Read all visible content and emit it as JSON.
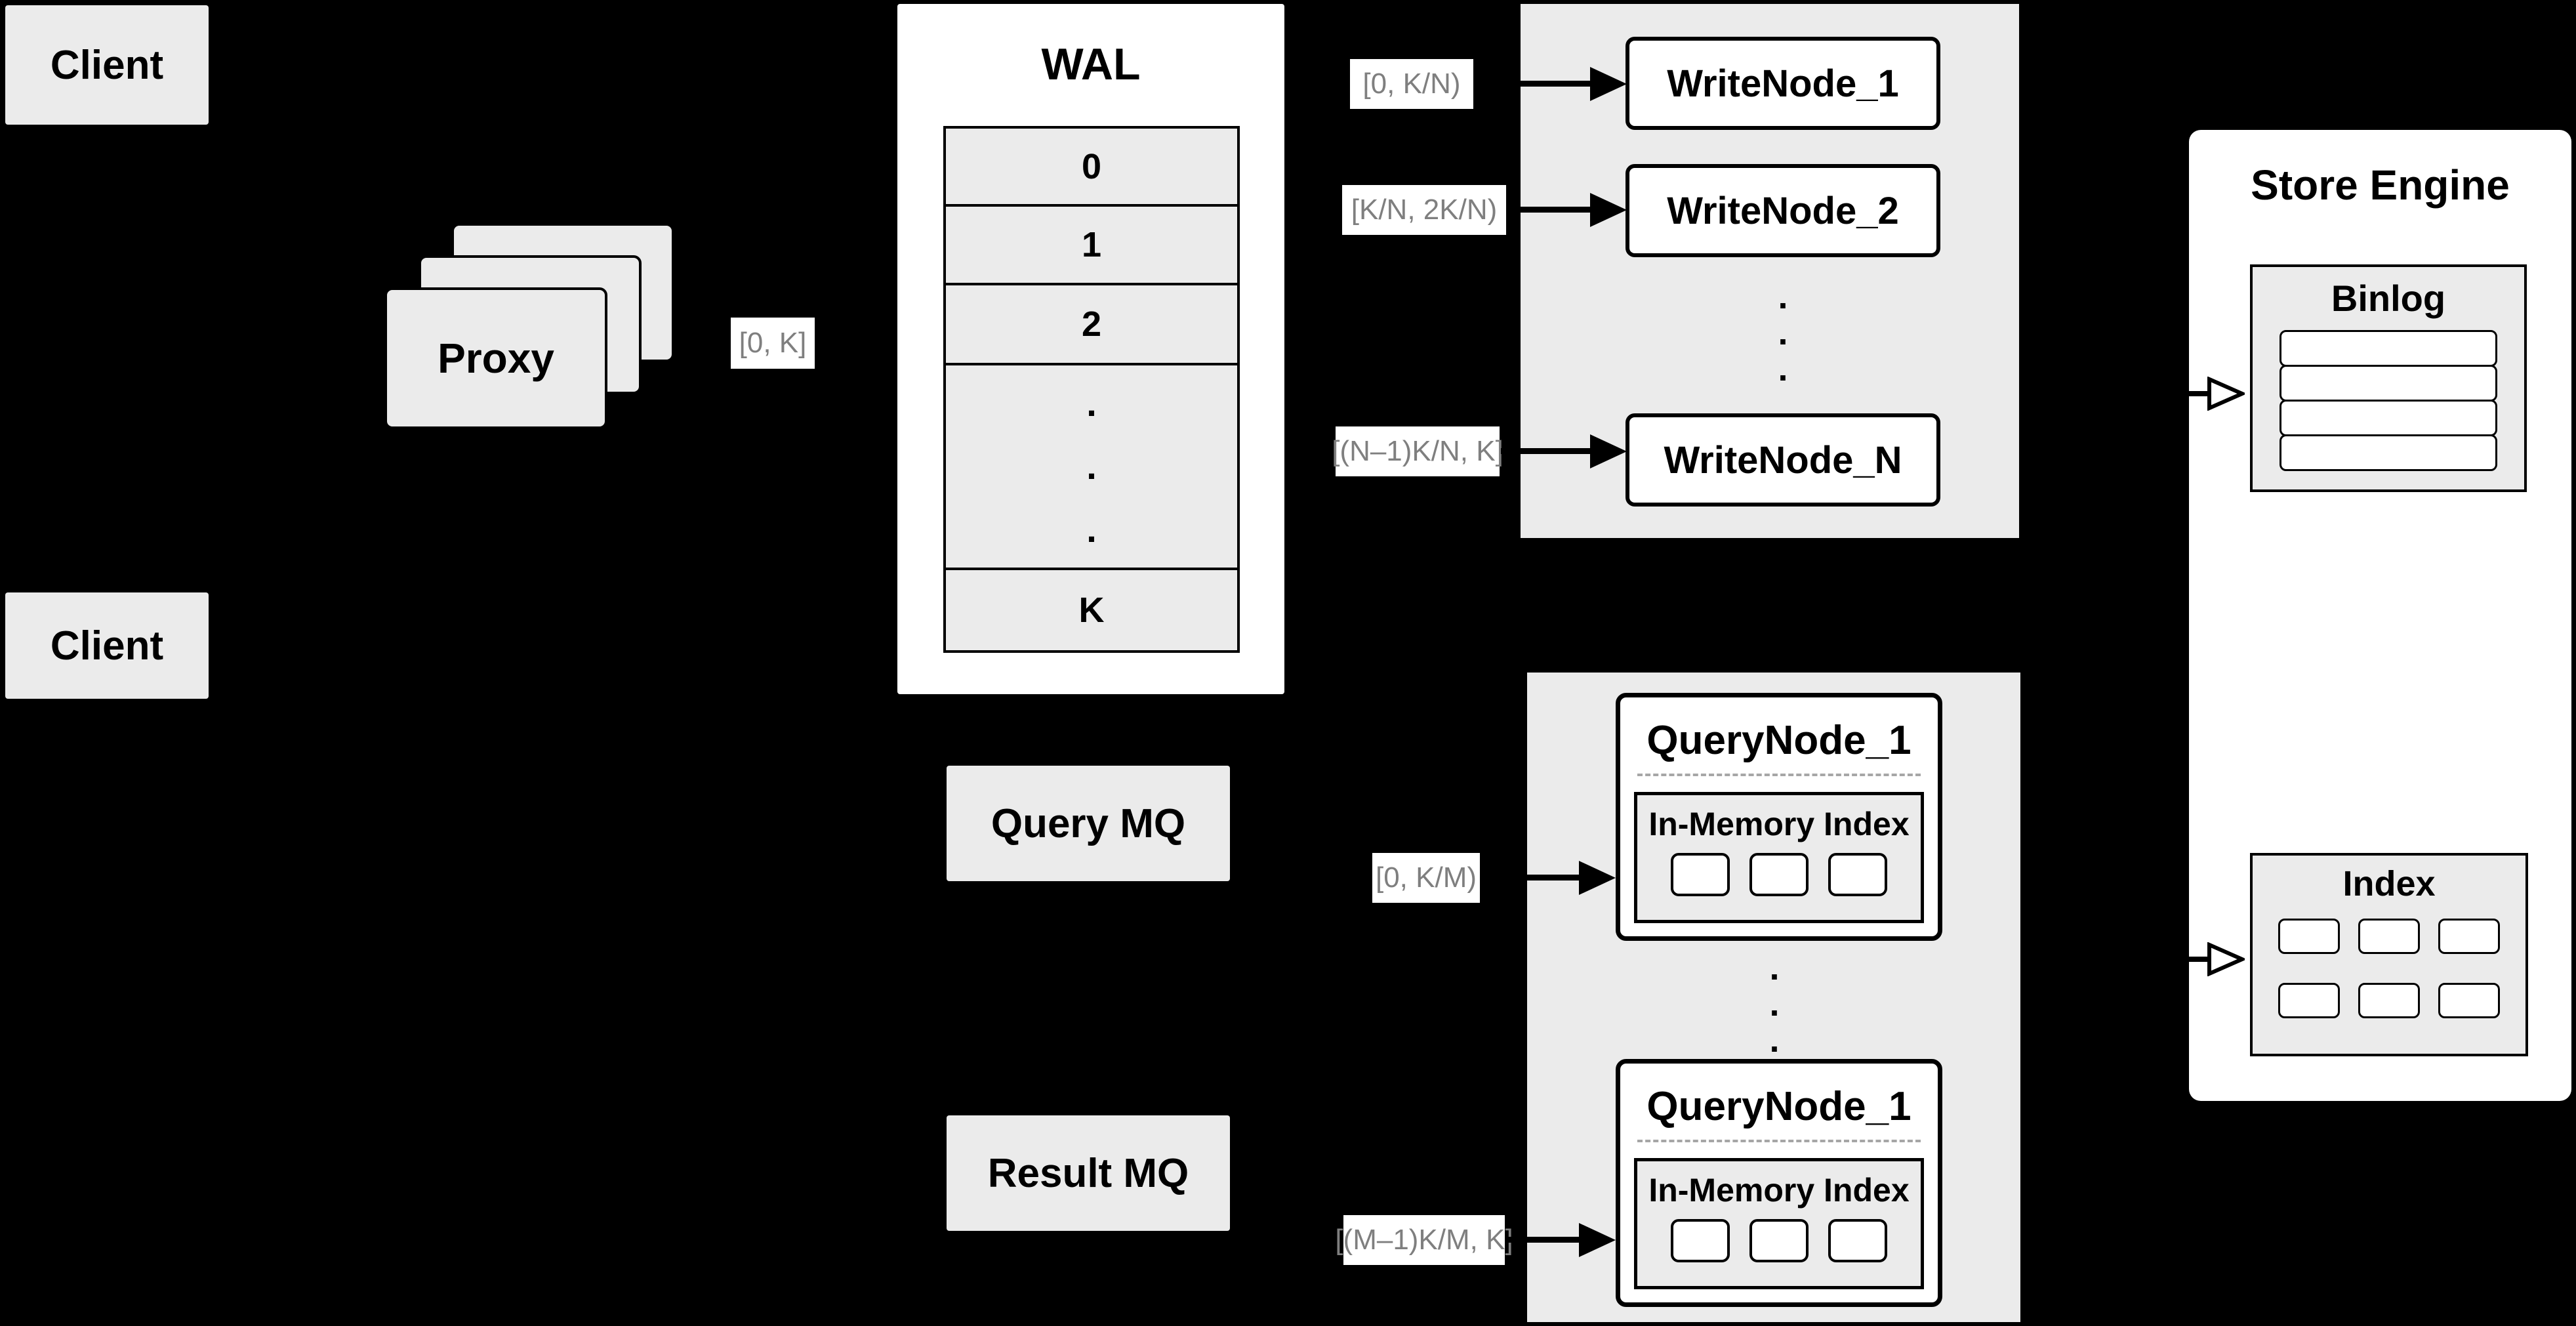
{
  "colors": {
    "background": "#000000",
    "box_fill": "#ebebeb",
    "node_fill": "#ffffff",
    "border": "#000000",
    "range_label_text": "#7f7f7f",
    "dashed_separator": "#a6a6a6"
  },
  "client_top": {
    "label": "Client"
  },
  "client_bottom": {
    "label": "Client"
  },
  "proxy": {
    "label": "Proxy",
    "range_label": "[0, K]"
  },
  "wal": {
    "title": "WAL",
    "rows": [
      "0",
      "1",
      "2",
      "K"
    ],
    "dots": ".\n.\n."
  },
  "write_group": {
    "labels": [
      "[0, K/N)",
      "[K/N, 2K/N)",
      "[(N–1)K/N, K]"
    ],
    "nodes": [
      "WriteNode_1",
      "WriteNode_2",
      "WriteNode_N"
    ],
    "dots": ".\n.\n."
  },
  "mq": {
    "query": "Query MQ",
    "result": "Result MQ"
  },
  "query_group": {
    "labels": [
      "[0, K/M)",
      "[(M–1)K/M, K]"
    ],
    "nodes": [
      {
        "title": "QueryNode_1",
        "inner_title": "In-Memory Index"
      },
      {
        "title": "QueryNode_1",
        "inner_title": "In-Memory Index"
      }
    ],
    "dots": ".\n.\n."
  },
  "store_engine": {
    "title": "Store Engine",
    "binlog_title": "Binlog",
    "index_title": "Index"
  }
}
